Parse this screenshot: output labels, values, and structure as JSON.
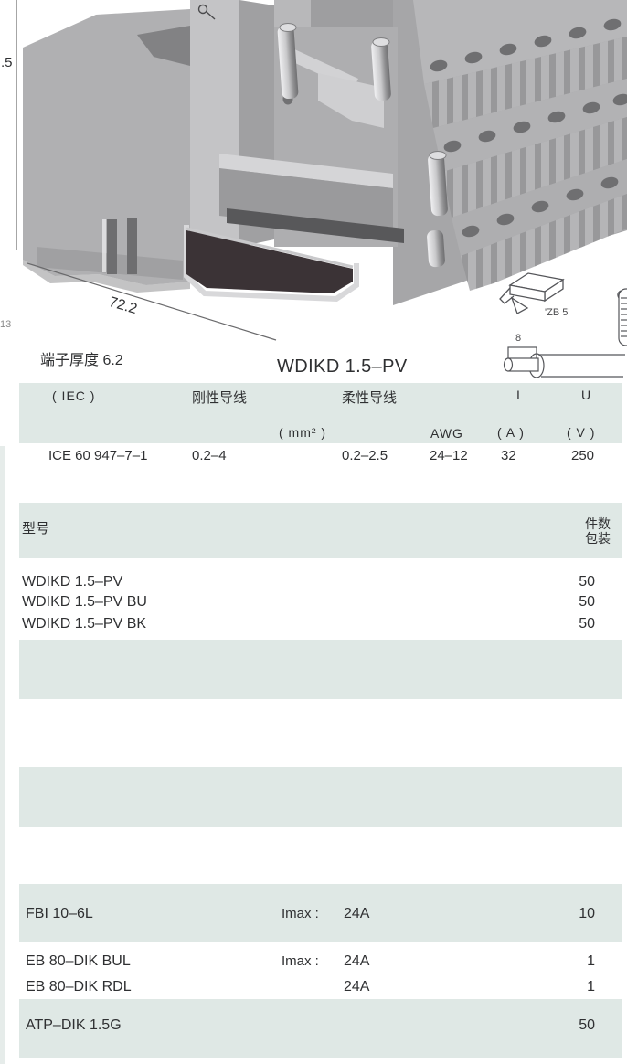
{
  "labels": {
    "dim_height": ".5",
    "page_number": "13",
    "dim_width": "72.2",
    "terminal_thickness": "端子厚度 6.2",
    "title": "WDIKD 1.5–PV",
    "zb_marker": "'ZB 5'",
    "strip_length": "8"
  },
  "spec_table": {
    "col_standard": "( IEC )",
    "col_rigid": "刚性导线",
    "col_flexible": "柔性导线",
    "col_current": "I",
    "col_voltage": "U",
    "unit_mm2": "( mm² )",
    "unit_awg": "AWG",
    "unit_a": "( A )",
    "unit_v": "( V )",
    "row": {
      "standard": "ICE 60 947–7–1",
      "rigid": "0.2–4",
      "flexible": "0.2–2.5",
      "awg": "24–12",
      "current": "32",
      "voltage": "250"
    }
  },
  "model_table": {
    "col_model": "型号",
    "col_qty_line1": "件数",
    "col_qty_line2": "包装",
    "rows": [
      {
        "model": "WDIKD 1.5–PV",
        "qty": "50"
      },
      {
        "model": "WDIKD 1.5–PV BU",
        "qty": "50"
      },
      {
        "model": "WDIKD 1.5–PV BK",
        "qty": "50"
      }
    ]
  },
  "accessories": {
    "rows": [
      {
        "model": "FBI 10–6L",
        "param": "Imax :",
        "value": "24A",
        "qty": "10"
      },
      {
        "model": "EB 80–DIK BUL",
        "param": "Imax :",
        "value": "24A",
        "qty": "1"
      },
      {
        "model": "EB 80–DIK RDL",
        "param": "",
        "value": "24A",
        "qty": "1"
      },
      {
        "model": "ATP–DIK 1.5G",
        "param": "",
        "value": "",
        "qty": "50"
      }
    ]
  },
  "colors": {
    "band": "#dfe8e5",
    "text": "#2f3032",
    "photo_gray": "#a9a9ab",
    "rail_black": "#3b3336"
  }
}
